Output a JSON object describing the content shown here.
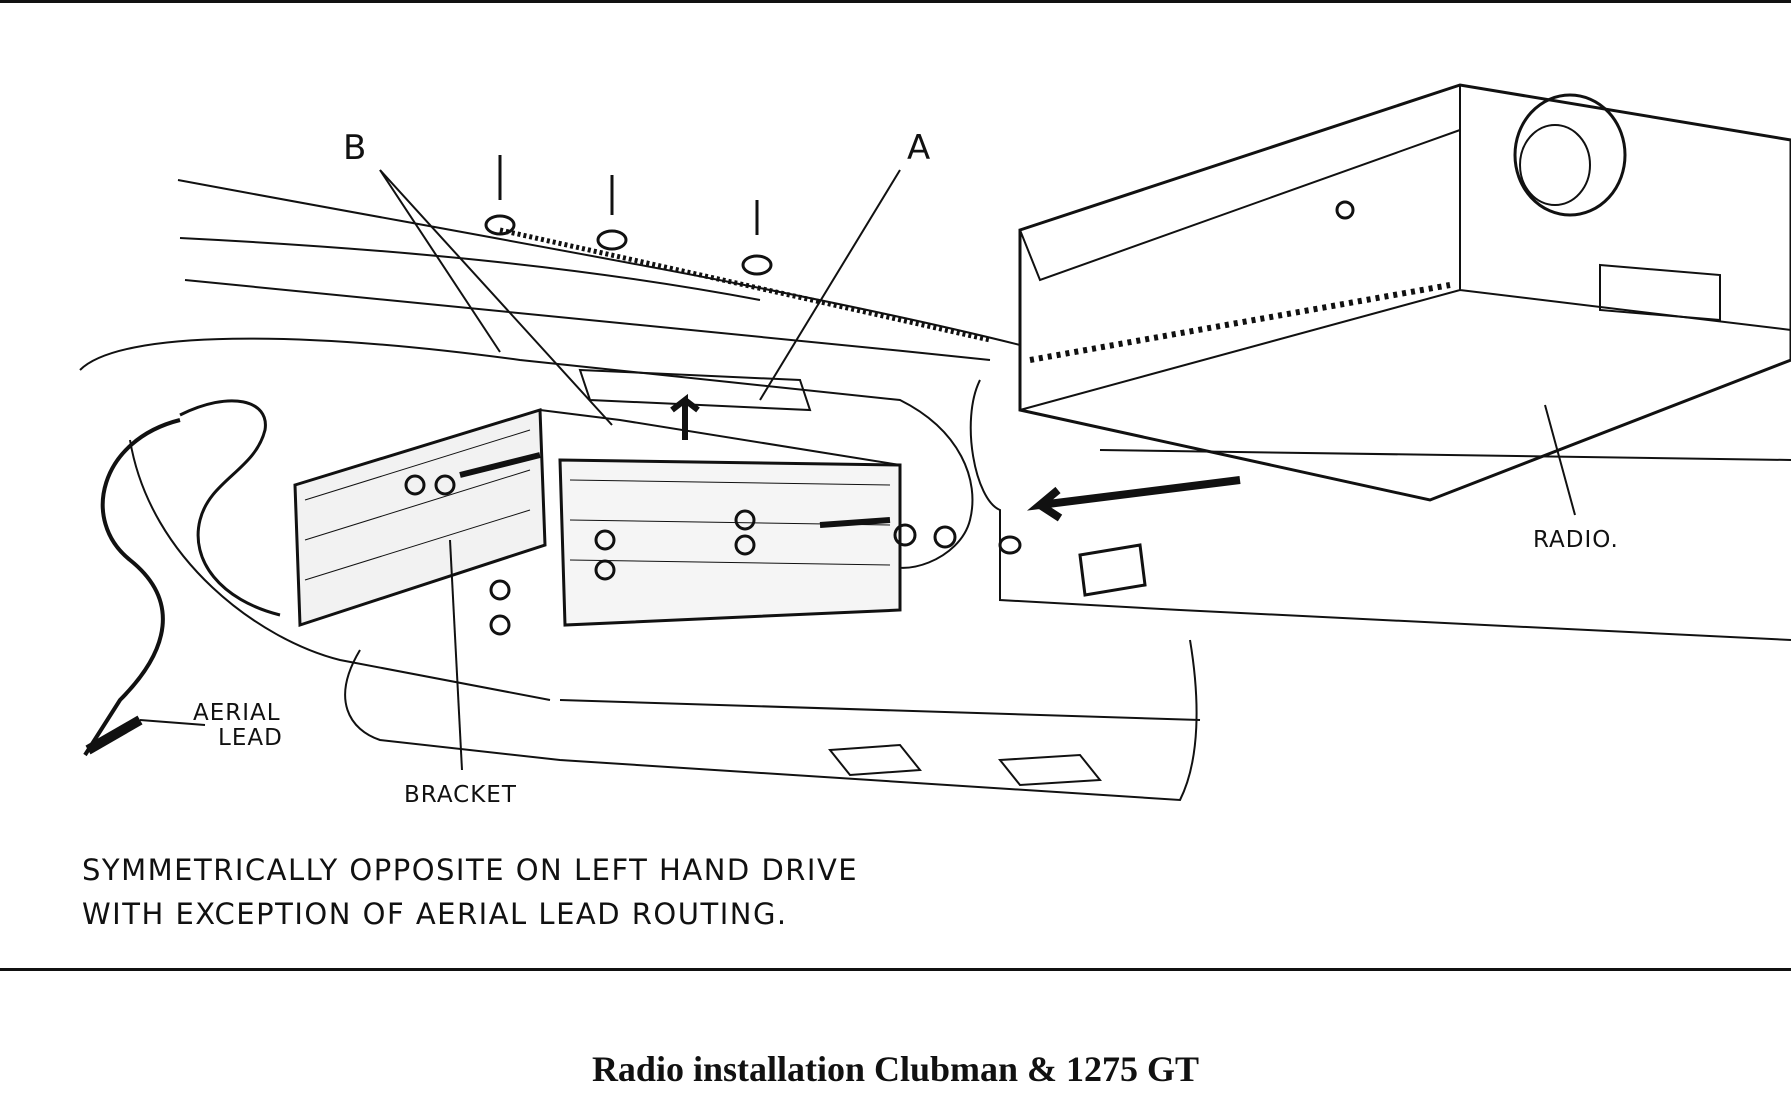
{
  "labels": {
    "a": "A",
    "b": "B",
    "radio": "RADIO.",
    "aerial_lead_line1": "AERIAL",
    "aerial_lead_line2": "LEAD",
    "bracket": "BRACKET"
  },
  "note": {
    "line1": "SYMMETRICALLY OPPOSITE ON LEFT HAND DRIVE",
    "line2": "WITH EXCEPTION OF AERIAL LEAD ROUTING."
  },
  "caption": "Radio installation Clubman & 1275 GT",
  "colors": {
    "ink": "#111111",
    "paper": "#ffffff"
  }
}
